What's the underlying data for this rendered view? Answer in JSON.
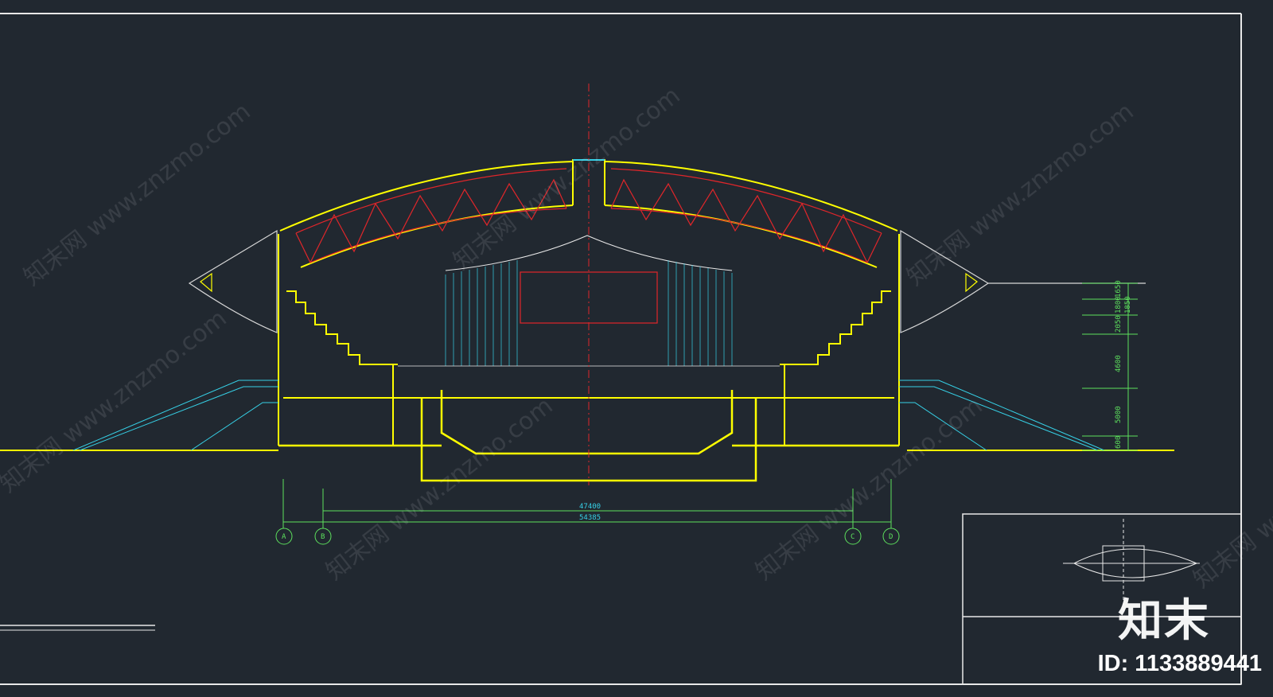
{
  "drawing": {
    "background": "#212830",
    "colors": {
      "roof_truss": "#e0262a",
      "structure": "#ffff00",
      "detail": "#36d0e6",
      "dimension": "#5de05d",
      "frame": "#ffffff",
      "axis": "#e0262a"
    },
    "dimensions": {
      "inner_span": "47400",
      "total_span": "54385"
    },
    "elevation_dims": [
      "1650",
      "1800",
      "1850",
      "2050",
      "4600",
      "5000",
      "600"
    ],
    "axis_markers": [
      "A",
      "B",
      "C",
      "D"
    ]
  },
  "watermark": {
    "site": "知末网 www.znzmo.com",
    "brand": "知末",
    "id_label": "ID: 1133889441"
  }
}
